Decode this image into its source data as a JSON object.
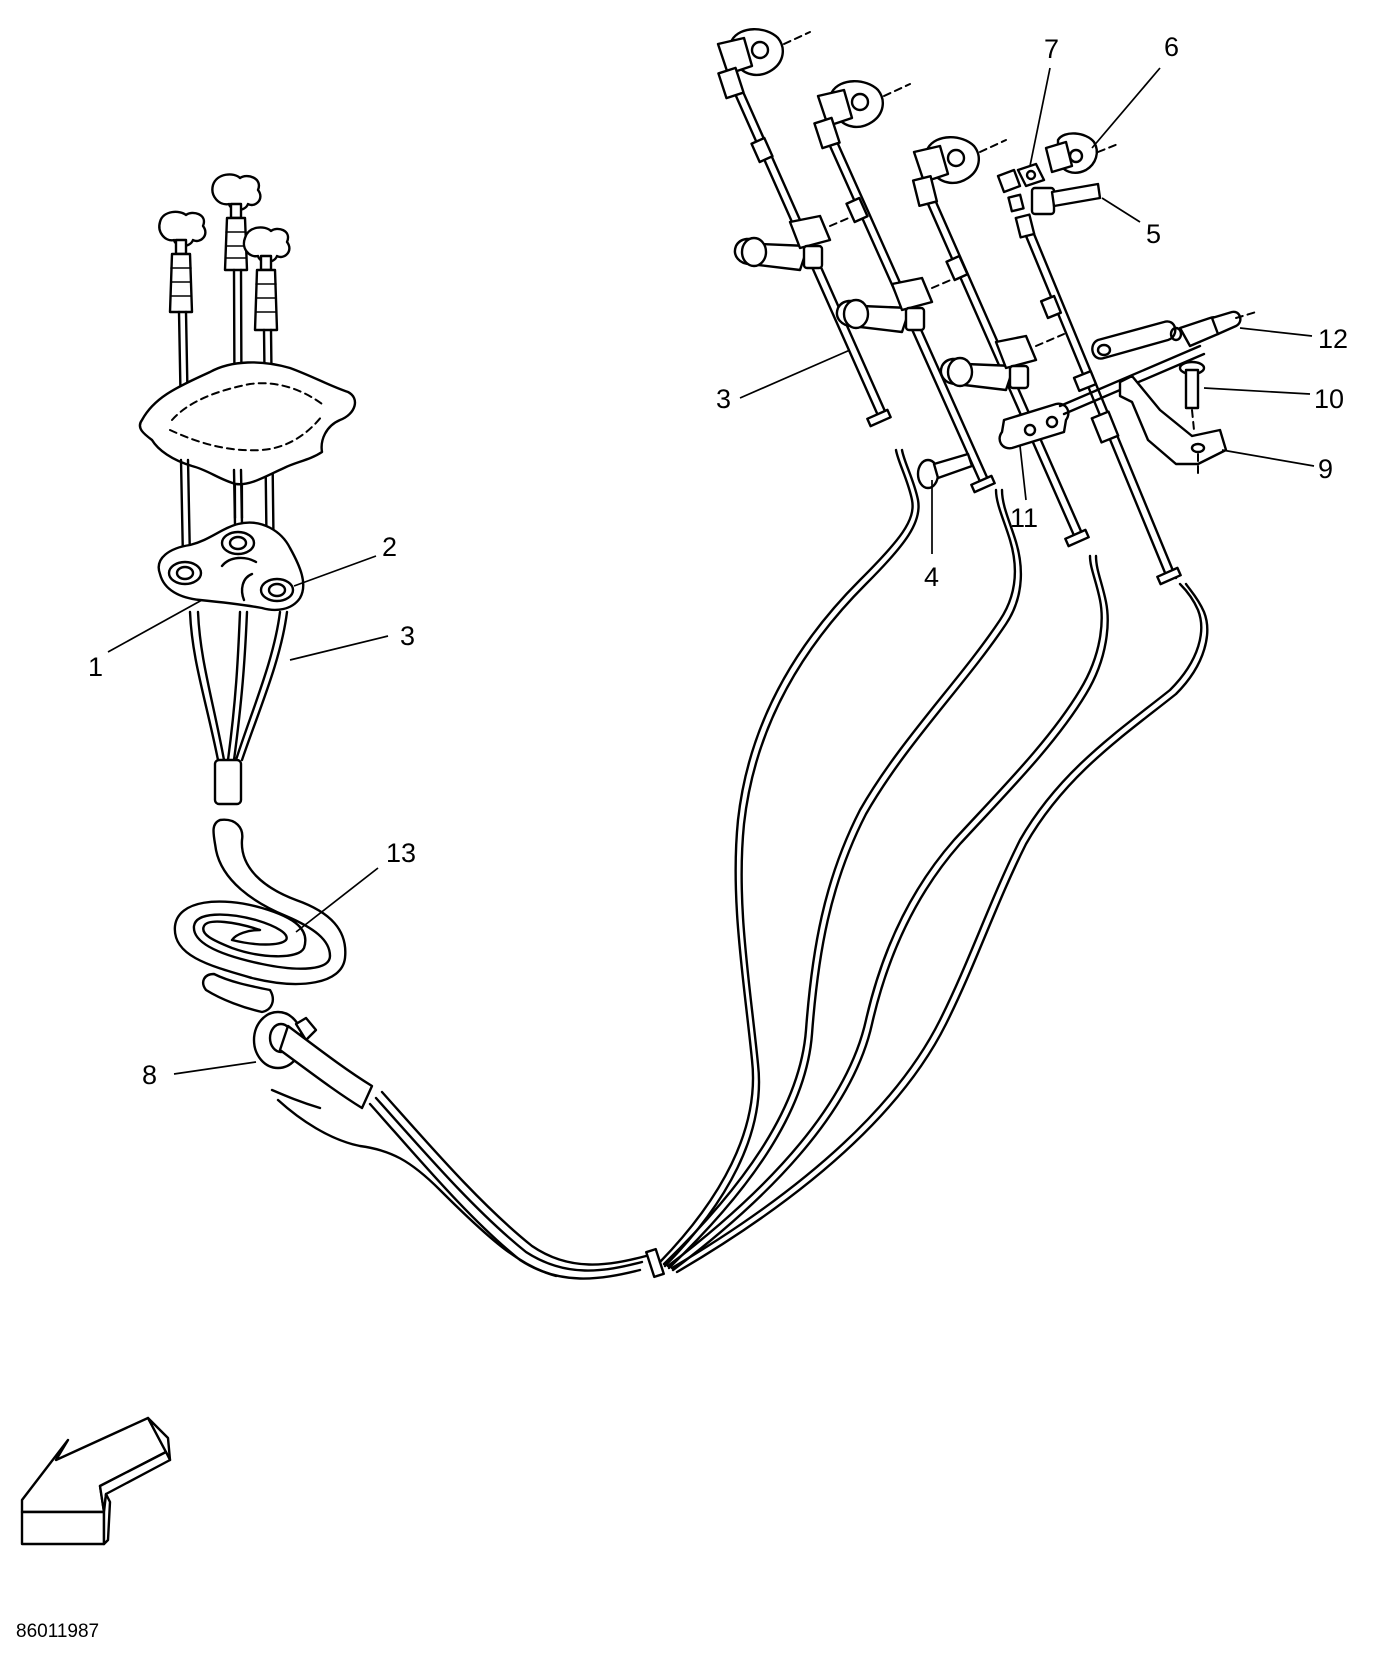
{
  "callouts": {
    "c1": "1",
    "c2": "2",
    "c3a": "3",
    "c3b": "3",
    "c4": "4",
    "c5": "5",
    "c6": "6",
    "c7": "7",
    "c8": "8",
    "c9": "9",
    "c10": "10",
    "c11": "11",
    "c12": "12",
    "c13": "13"
  },
  "figure_code": "86011987"
}
